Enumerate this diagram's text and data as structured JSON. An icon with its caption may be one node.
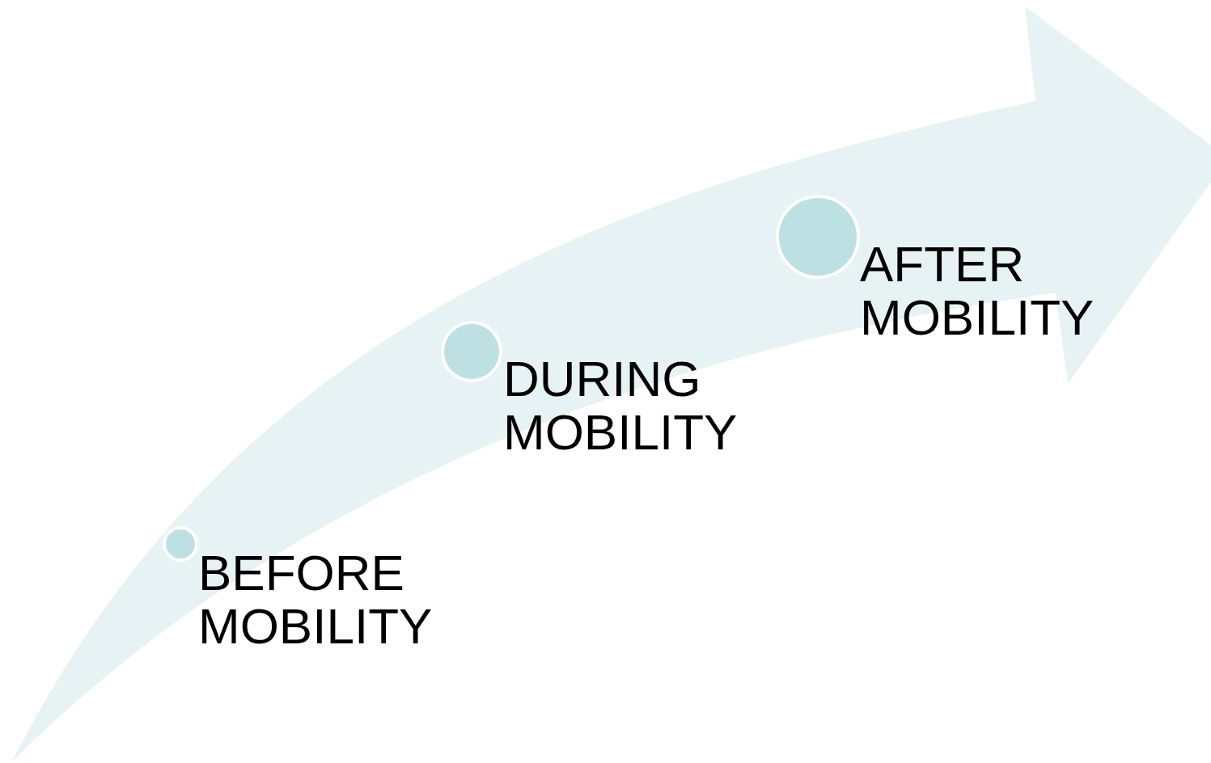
{
  "diagram": {
    "nodes": [
      {
        "text": [],
        "shape": "circle",
        "beside": [
          "BEFORE MOBILITY"
        ]
      },
      {
        "text": [],
        "shape": "circle",
        "beside": [
          "DURING MOBILITY"
        ]
      },
      {
        "text": [],
        "shape": "circle",
        "beside": [
          "AFTER MOBILITY"
        ]
      }
    ]
  }
}
